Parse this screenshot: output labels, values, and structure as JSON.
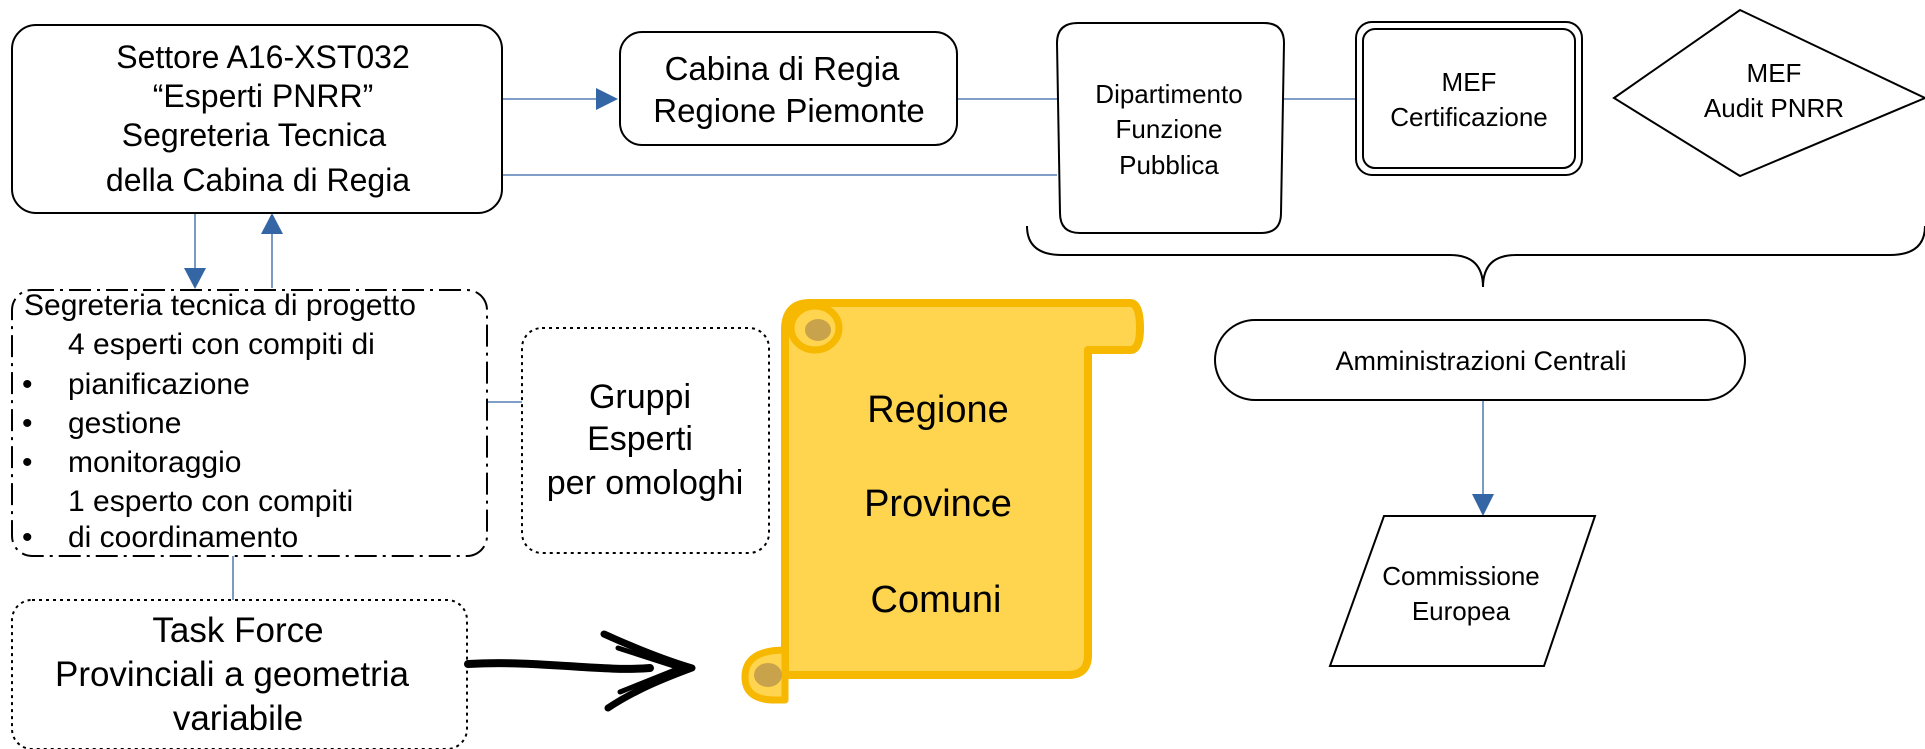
{
  "settore": {
    "line1": "Settore A16-XST032",
    "line2": "“Esperti PNRR”",
    "line3": "Segreteria Tecnica",
    "line4": "della Cabina di Regia"
  },
  "cabina": {
    "line1": "Cabina di Regia",
    "line2": "Regione Piemonte"
  },
  "dipartimento": {
    "line1": "Dipartimento",
    "line2": "Funzione",
    "line3": "Pubblica"
  },
  "mef_cert": {
    "line1": "MEF",
    "line2": "Certificazione"
  },
  "mef_audit": {
    "line1": "MEF",
    "line2": "Audit PNRR"
  },
  "segreteria_progetto": {
    "title": "Segreteria tecnica di progetto",
    "intro1": "4 esperti con compiti di",
    "items": [
      "pianificazione",
      "gestione",
      "monitoraggio"
    ],
    "intro2": "1 esperto con compiti",
    "item_last": "di coordinamento",
    "bullet": "•"
  },
  "gruppi": {
    "line1": "Gruppi",
    "line2": "Esperti",
    "line3": "per omologhi"
  },
  "scroll": {
    "items": [
      "Regione",
      "Province",
      "Comuni"
    ],
    "fill_color": "#ffd54f",
    "stroke_color": "#f6b800"
  },
  "amministrazioni": {
    "label": "Amministrazioni Centrali"
  },
  "commissione": {
    "line1": "Commissione",
    "line2": "Europea"
  },
  "task_force": {
    "line1": "Task Force",
    "line2": "Provinciali a geometria",
    "line3": "variabile"
  },
  "colors": {
    "connector": "#3465a4"
  }
}
